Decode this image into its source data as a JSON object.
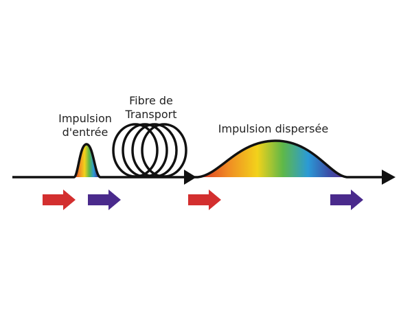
{
  "labels": {
    "input_pulse_line1": "Impulsion",
    "input_pulse_line2": "d'entrée",
    "fiber_line1": "Fibre de",
    "fiber_line2": "Transport",
    "dispersed_pulse": "Impulsion dispersée"
  },
  "colors": {
    "line": "#111111",
    "arrow_red": "#d32f2f",
    "arrow_purple": "#4a2a8c",
    "spectrum": [
      "#d93025",
      "#f08a24",
      "#f2d21b",
      "#5fb848",
      "#2b9ad6",
      "#3b4fa8",
      "#5b2c8a"
    ]
  },
  "icons": {
    "fiber_coil": "fiber-coil-icon",
    "red_arrow": "red-arrow-icon",
    "purple_arrow": "purple-arrow-icon"
  }
}
